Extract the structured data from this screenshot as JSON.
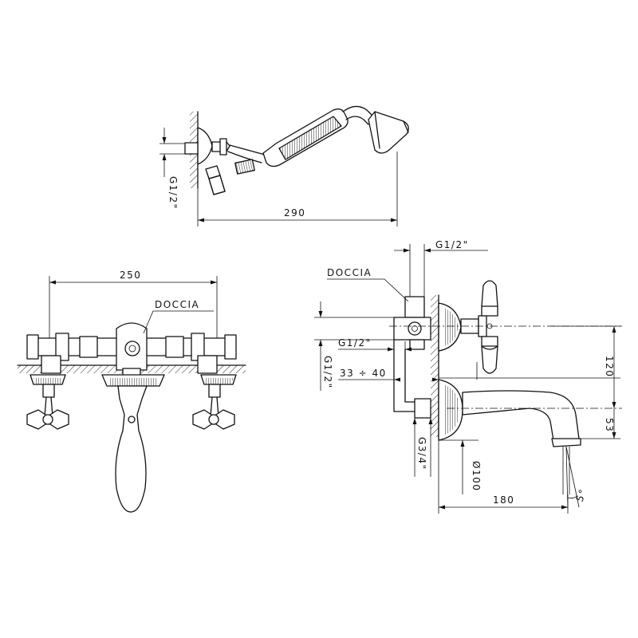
{
  "labels": {
    "top_width": "290",
    "top_thread": "G1/2\"",
    "front_width": "250",
    "front_doccia": "DOCCIA",
    "side_doccia": "DOCCIA",
    "side_top_thread": "G1/2\"",
    "side_mid_thread": "G1/2\"",
    "side_left_thread": "G1/2\"",
    "side_range": "33 ÷ 40",
    "side_height": "120",
    "side_spout_height": "53",
    "side_bottom_thread": "G3/4\"",
    "side_diameter": "Ø100",
    "side_depth": "180",
    "side_angle": "5°"
  }
}
